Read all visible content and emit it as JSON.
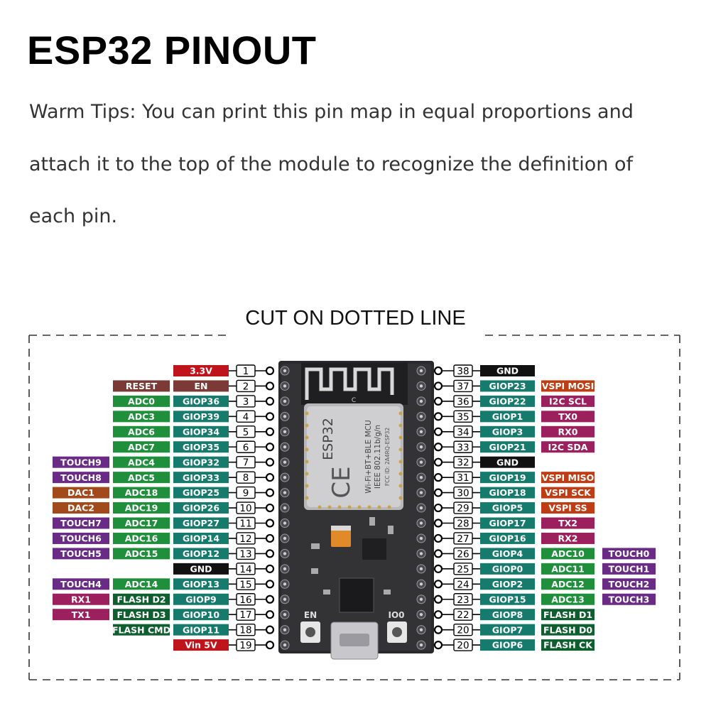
{
  "title": "ESP32 PINOUT",
  "tips": [
    "Warm Tips: You can print this pin map in equal proportions and",
    "attach it to the top of the module to recognize the definition of",
    "each pin."
  ],
  "cut_label": "CUT ON DOTTED LINE",
  "board": {
    "module_text": [
      "ESP32",
      "Wi-Fi+BT+BLE MCU",
      "IEEE 802.11b/g/n",
      "FCC ID: 2A4RQ-ESP32"
    ],
    "ce_mark": "CE",
    "antenna_c": "C",
    "button_left": "EN",
    "button_right": "IO0"
  },
  "colors": {
    "power_red": "#c0141c",
    "reset_brown": "#7b3a36",
    "adc_green": "#1f8f3c",
    "gpio_teal": "#167b6d",
    "touch_purple": "#6a2b86",
    "dac_orange": "#a24a1b",
    "uart_magenta": "#9c1f5e",
    "gnd_black": "#111111",
    "vspi_orange": "#bf3d15",
    "flash_darkgreen": "#0f5e2f"
  },
  "left_pins": [
    {
      "num": "1",
      "labels": [
        {
          "t": "3.3V",
          "c": "power_red"
        }
      ]
    },
    {
      "num": "2",
      "labels": [
        {
          "t": "EN",
          "c": "reset_brown"
        },
        {
          "t": "RESET",
          "c": "reset_brown"
        }
      ]
    },
    {
      "num": "3",
      "labels": [
        {
          "t": "GIOP36",
          "c": "gpio_teal"
        },
        {
          "t": "ADC0",
          "c": "adc_green"
        }
      ]
    },
    {
      "num": "4",
      "labels": [
        {
          "t": "GIOP39",
          "c": "gpio_teal"
        },
        {
          "t": "ADC3",
          "c": "adc_green"
        }
      ]
    },
    {
      "num": "5",
      "labels": [
        {
          "t": "GIOP34",
          "c": "gpio_teal"
        },
        {
          "t": "ADC6",
          "c": "adc_green"
        }
      ]
    },
    {
      "num": "6",
      "labels": [
        {
          "t": "GIOP35",
          "c": "gpio_teal"
        },
        {
          "t": "ADC7",
          "c": "adc_green"
        }
      ]
    },
    {
      "num": "7",
      "labels": [
        {
          "t": "GIOP32",
          "c": "gpio_teal"
        },
        {
          "t": "ADC4",
          "c": "adc_green"
        },
        {
          "t": "TOUCH9",
          "c": "touch_purple"
        }
      ]
    },
    {
      "num": "8",
      "labels": [
        {
          "t": "GIOP33",
          "c": "gpio_teal"
        },
        {
          "t": "ADC5",
          "c": "adc_green"
        },
        {
          "t": "TOUCH8",
          "c": "touch_purple"
        }
      ]
    },
    {
      "num": "9",
      "labels": [
        {
          "t": "GIOP25",
          "c": "gpio_teal"
        },
        {
          "t": "ADC18",
          "c": "adc_green"
        },
        {
          "t": "DAC1",
          "c": "dac_orange"
        }
      ]
    },
    {
      "num": "10",
      "labels": [
        {
          "t": "GIOP26",
          "c": "gpio_teal"
        },
        {
          "t": "ADC19",
          "c": "adc_green"
        },
        {
          "t": "DAC2",
          "c": "dac_orange"
        }
      ]
    },
    {
      "num": "11",
      "labels": [
        {
          "t": "GIOP27",
          "c": "gpio_teal"
        },
        {
          "t": "ADC17",
          "c": "adc_green"
        },
        {
          "t": "TOUCH7",
          "c": "touch_purple"
        }
      ]
    },
    {
      "num": "12",
      "labels": [
        {
          "t": "GIOP14",
          "c": "gpio_teal"
        },
        {
          "t": "ADC16",
          "c": "adc_green"
        },
        {
          "t": "TOUCH6",
          "c": "touch_purple"
        }
      ]
    },
    {
      "num": "13",
      "labels": [
        {
          "t": "GIOP12",
          "c": "gpio_teal"
        },
        {
          "t": "ADC15",
          "c": "adc_green"
        },
        {
          "t": "TOUCH5",
          "c": "touch_purple"
        }
      ]
    },
    {
      "num": "14",
      "labels": [
        {
          "t": "GND",
          "c": "gnd_black"
        }
      ]
    },
    {
      "num": "15",
      "labels": [
        {
          "t": "GIOP13",
          "c": "gpio_teal"
        },
        {
          "t": "ADC14",
          "c": "adc_green"
        },
        {
          "t": "TOUCH4",
          "c": "touch_purple"
        }
      ]
    },
    {
      "num": "16",
      "labels": [
        {
          "t": "GIOP9",
          "c": "gpio_teal"
        },
        {
          "t": "FLASH D2",
          "c": "flash_darkgreen"
        },
        {
          "t": "RX1",
          "c": "uart_magenta"
        }
      ]
    },
    {
      "num": "17",
      "labels": [
        {
          "t": "GIOP10",
          "c": "gpio_teal"
        },
        {
          "t": "FLASH D3",
          "c": "flash_darkgreen"
        },
        {
          "t": "TX1",
          "c": "uart_magenta"
        }
      ]
    },
    {
      "num": "18",
      "labels": [
        {
          "t": "GIOP11",
          "c": "gpio_teal"
        },
        {
          "t": "FLASH CMD",
          "c": "flash_darkgreen"
        }
      ]
    },
    {
      "num": "19",
      "labels": [
        {
          "t": "Vin 5V",
          "c": "power_red"
        }
      ]
    }
  ],
  "right_pins": [
    {
      "num": "38",
      "labels": [
        {
          "t": "GND",
          "c": "gnd_black"
        }
      ]
    },
    {
      "num": "37",
      "labels": [
        {
          "t": "GIOP23",
          "c": "gpio_teal"
        },
        {
          "t": "VSPI MOSI",
          "c": "vspi_orange"
        }
      ]
    },
    {
      "num": "36",
      "labels": [
        {
          "t": "GIOP22",
          "c": "gpio_teal"
        },
        {
          "t": "I2C SCL",
          "c": "uart_magenta"
        }
      ]
    },
    {
      "num": "35",
      "labels": [
        {
          "t": "GIOP1",
          "c": "gpio_teal"
        },
        {
          "t": "TX0",
          "c": "uart_magenta"
        }
      ]
    },
    {
      "num": "34",
      "labels": [
        {
          "t": "GIOP3",
          "c": "gpio_teal"
        },
        {
          "t": "RX0",
          "c": "uart_magenta"
        }
      ]
    },
    {
      "num": "33",
      "labels": [
        {
          "t": "GIOP21",
          "c": "gpio_teal"
        },
        {
          "t": "I2C SDA",
          "c": "uart_magenta"
        }
      ]
    },
    {
      "num": "32",
      "labels": [
        {
          "t": "GND",
          "c": "gnd_black"
        }
      ]
    },
    {
      "num": "31",
      "labels": [
        {
          "t": "GIOP19",
          "c": "gpio_teal"
        },
        {
          "t": "VSPI MISO",
          "c": "vspi_orange"
        }
      ]
    },
    {
      "num": "30",
      "labels": [
        {
          "t": "GIOP18",
          "c": "gpio_teal"
        },
        {
          "t": "VSPI SCK",
          "c": "vspi_orange"
        }
      ]
    },
    {
      "num": "29",
      "labels": [
        {
          "t": "GIOP5",
          "c": "gpio_teal"
        },
        {
          "t": "VSPI SS",
          "c": "vspi_orange"
        }
      ]
    },
    {
      "num": "28",
      "labels": [
        {
          "t": "GIOP17",
          "c": "gpio_teal"
        },
        {
          "t": "TX2",
          "c": "uart_magenta"
        }
      ]
    },
    {
      "num": "27",
      "labels": [
        {
          "t": "GIOP16",
          "c": "gpio_teal"
        },
        {
          "t": "RX2",
          "c": "uart_magenta"
        }
      ]
    },
    {
      "num": "26",
      "labels": [
        {
          "t": "GIOP4",
          "c": "gpio_teal"
        },
        {
          "t": "ADC10",
          "c": "adc_green"
        },
        {
          "t": "TOUCH0",
          "c": "touch_purple"
        }
      ]
    },
    {
      "num": "25",
      "labels": [
        {
          "t": "GIOP0",
          "c": "gpio_teal"
        },
        {
          "t": "ADC11",
          "c": "adc_green"
        },
        {
          "t": "TOUCH1",
          "c": "touch_purple"
        }
      ]
    },
    {
      "num": "24",
      "labels": [
        {
          "t": "GIOP2",
          "c": "gpio_teal"
        },
        {
          "t": "ADC12",
          "c": "adc_green"
        },
        {
          "t": "TOUCH2",
          "c": "touch_purple"
        }
      ]
    },
    {
      "num": "23",
      "labels": [
        {
          "t": "GIOP15",
          "c": "gpio_teal"
        },
        {
          "t": "ADC13",
          "c": "adc_green"
        },
        {
          "t": "TOUCH3",
          "c": "touch_purple"
        }
      ]
    },
    {
      "num": "22",
      "labels": [
        {
          "t": "GIOP8",
          "c": "gpio_teal"
        },
        {
          "t": "FLASH D1",
          "c": "flash_darkgreen"
        }
      ]
    },
    {
      "num": "20",
      "labels": [
        {
          "t": "GIOP7",
          "c": "gpio_teal"
        },
        {
          "t": "FLASH D0",
          "c": "flash_darkgreen"
        }
      ]
    },
    {
      "num": "20",
      "labels": [
        {
          "t": "GIOP6",
          "c": "gpio_teal"
        },
        {
          "t": "FLASH CK",
          "c": "flash_darkgreen"
        }
      ]
    }
  ]
}
